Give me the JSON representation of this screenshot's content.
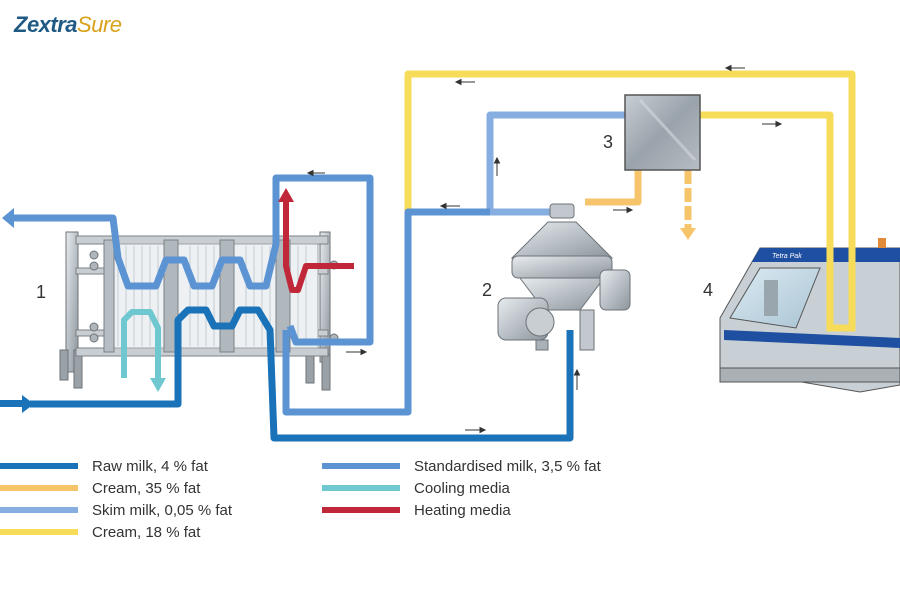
{
  "brand": {
    "part1": "Zextra",
    "part2": "Sure"
  },
  "components": [
    {
      "id": "1",
      "label": "1",
      "name": "Plate heat exchanger"
    },
    {
      "id": "2",
      "label": "2",
      "name": "Separator"
    },
    {
      "id": "3",
      "label": "3",
      "name": "Standardisation unit"
    },
    {
      "id": "4",
      "label": "4",
      "name": "Filling machine"
    }
  ],
  "machine_brand": "Tetra Pak",
  "colors": {
    "raw_milk": "#1a72b8",
    "cream35": "#f6c46a",
    "skim": "#86aee0",
    "cream18": "#f7dc5a",
    "standardised": "#5b93d3",
    "cooling": "#6fc7cf",
    "heating": "#c0283a"
  },
  "legend": {
    "left": [
      {
        "label": "Raw milk, 4 % fat",
        "color": "#1a72b8"
      },
      {
        "label": "Cream, 35 % fat",
        "color": "#f6c46a"
      },
      {
        "label": "Skim milk, 0,05 % fat",
        "color": "#86aee0"
      },
      {
        "label": "Cream, 18 % fat",
        "color": "#f7dc5a"
      }
    ],
    "right": [
      {
        "label": "Standardised milk, 3,5 % fat",
        "color": "#5b93d3"
      },
      {
        "label": "Cooling media",
        "color": "#6fc7cf"
      },
      {
        "label": "Heating media",
        "color": "#c0283a"
      }
    ]
  }
}
